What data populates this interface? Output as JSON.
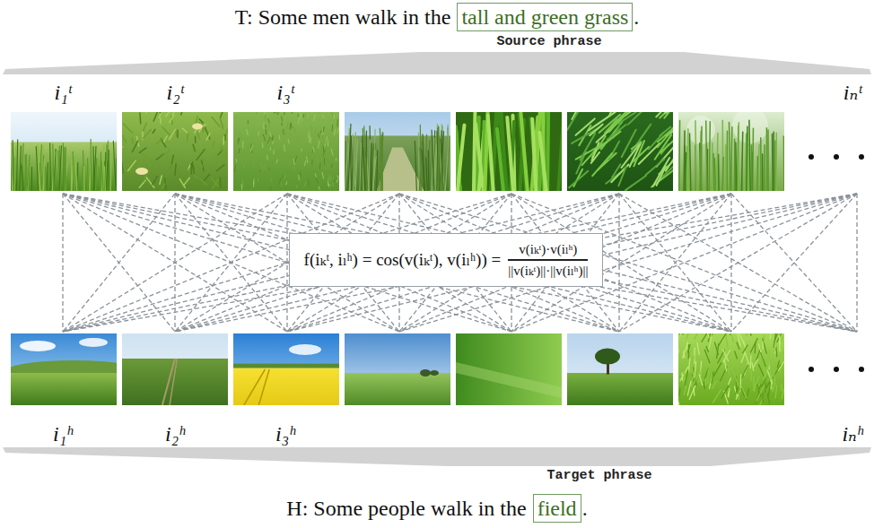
{
  "diagram": {
    "nodes": [
      {
        "text": [
          "tall and green grass"
        ]
      },
      {
        "text": [
          "f(iₖᵗ, iₗʰ) = cos(v(iₖᵗ), v(iₗʰ)) =",
          "v(iₖᵗ)·v(iₗʰ)",
          "||v(iₖᵗ)||·||v(iₗʰ)||"
        ]
      },
      {
        "text": [
          "field"
        ]
      }
    ],
    "labels": [
      "T: Some men walk in the",
      ".",
      "Source phrase",
      "i₁ᵗ",
      "i₂ᵗ",
      "i₃ᵗ",
      "iₙᵗ",
      "i₁ʰ",
      "i₂ʰ",
      "i₃ʰ",
      "iₙʰ",
      "Target phrase",
      "H: Some people walk in the",
      "."
    ]
  }
}
